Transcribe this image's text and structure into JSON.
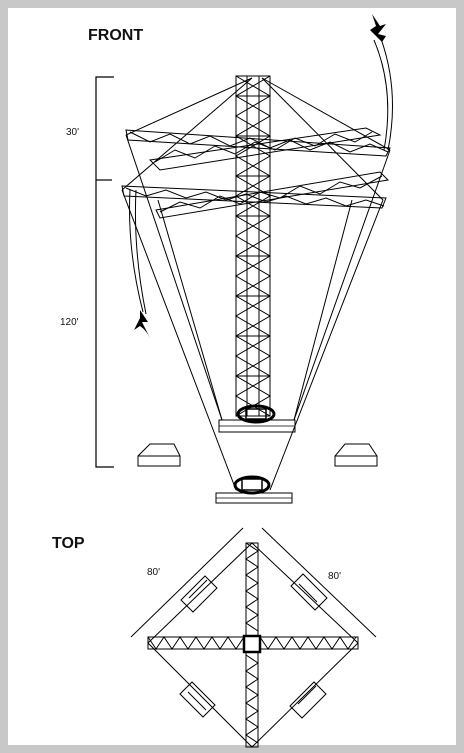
{
  "diagram": {
    "front": {
      "title": "FRONT",
      "dim_upper": "30'",
      "dim_lower": "120'"
    },
    "top": {
      "title": "TOP",
      "dim_left": "80'",
      "dim_right": "80'"
    }
  }
}
